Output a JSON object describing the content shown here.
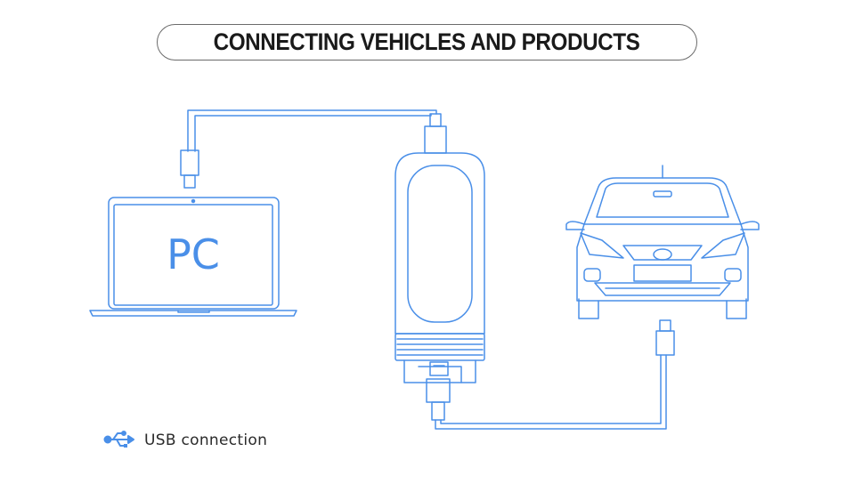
{
  "header": {
    "title": "CONNECTING VEHICLES AND PRODUCTS"
  },
  "pc": {
    "label": "PC"
  },
  "legend": {
    "label": "USB connection",
    "icon": "usb-icon"
  },
  "colors": {
    "line": "#4a8fe8",
    "text": "#1a1a1a",
    "border": "#6b6b6b"
  }
}
